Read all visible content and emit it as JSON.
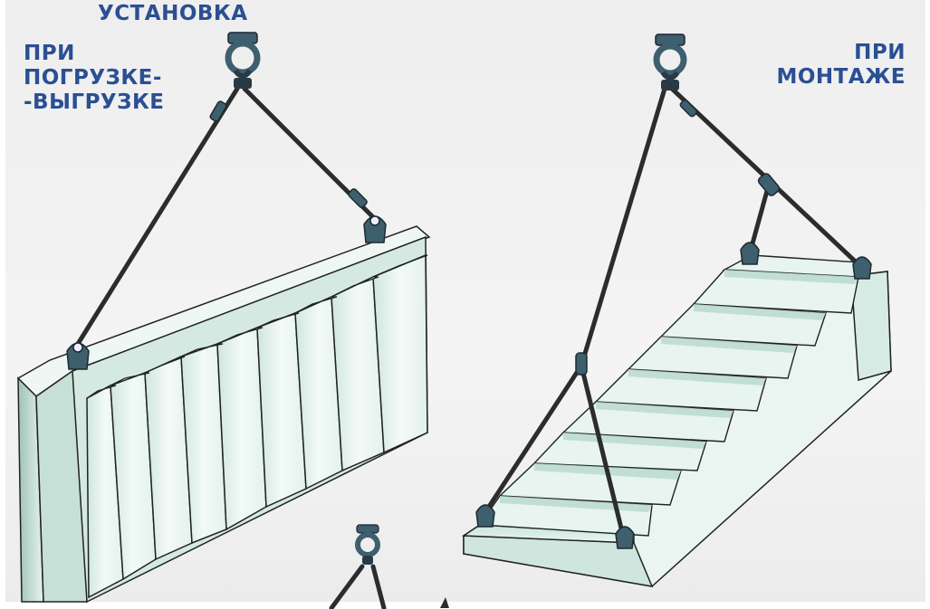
{
  "captions": {
    "top": "УСТАНОВКА",
    "left": [
      "ПРИ",
      "ПОГРУЗКЕ-",
      "-ВЫГРУЗКЕ"
    ],
    "right": [
      "ПРИ",
      "МОНТАЖЕ"
    ]
  },
  "colors": {
    "caption": "#2a4f93",
    "sling": "#2c2c2e",
    "hook": "#3e5f6d",
    "concrete_light": "#f4faf8",
    "concrete_mid": "#d8ece6",
    "concrete_shade": "#b7d6cd",
    "outline": "#222222"
  },
  "icons": [
    "crane-hook-icon",
    "sling-shackle-icon",
    "turnbuckle-icon",
    "lifting-loop-icon"
  ]
}
